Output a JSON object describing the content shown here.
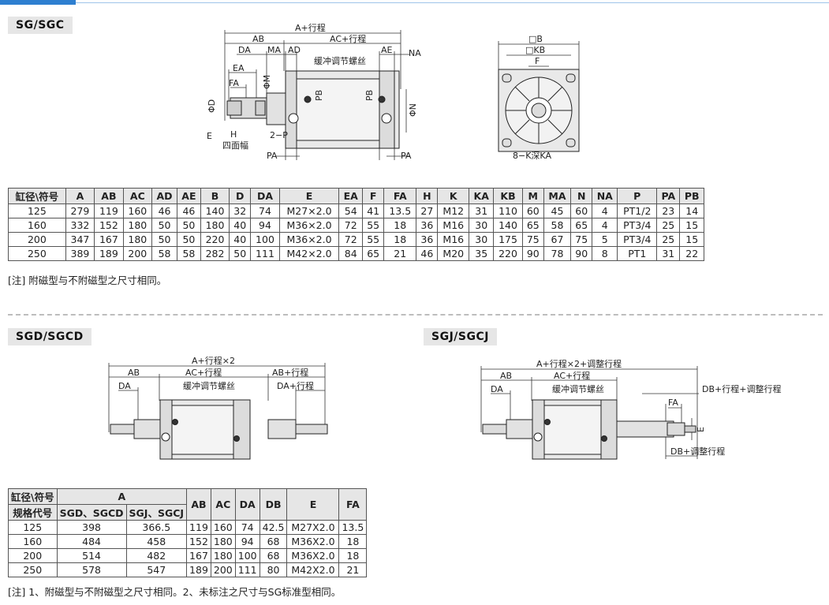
{
  "sections": {
    "sg": "SG/SGC",
    "sgd": "SGD/SGCD",
    "sgj": "SGJ/SGCJ"
  },
  "diagram1": {
    "a_stroke": "A+行程",
    "ab": "AB",
    "ac_stroke": "AC+行程",
    "da": "DA",
    "ma": "MA",
    "ad": "AD",
    "ae": "AE",
    "na": "NA",
    "ea": "EA",
    "fa": "FA",
    "phi_m": "ΦM",
    "phi_d": "ΦD",
    "phi_n": "ΦN",
    "pb": "PB",
    "cushion": "缓冲调节螺丝",
    "e": "E",
    "h": "H",
    "four_face": "四面幅",
    "two_p": "2−P",
    "pa": "PA",
    "sq_b": "□B",
    "sq_kb": "□KB",
    "f": "F",
    "k_ka": "8−K深KA"
  },
  "table1": {
    "headers": [
      "缸径\\符号",
      "A",
      "AB",
      "AC",
      "AD",
      "AE",
      "B",
      "D",
      "DA",
      "E",
      "EA",
      "F",
      "FA",
      "H",
      "K",
      "KA",
      "KB",
      "M",
      "MA",
      "N",
      "NA",
      "P",
      "PA",
      "PB"
    ],
    "rows": [
      [
        "125",
        "279",
        "119",
        "160",
        "46",
        "46",
        "140",
        "32",
        "74",
        "M27×2.0",
        "54",
        "41",
        "13.5",
        "27",
        "M12",
        "31",
        "110",
        "60",
        "45",
        "60",
        "4",
        "PT1/2",
        "23",
        "14"
      ],
      [
        "160",
        "332",
        "152",
        "180",
        "50",
        "50",
        "180",
        "40",
        "94",
        "M36×2.0",
        "72",
        "55",
        "18",
        "36",
        "M16",
        "30",
        "140",
        "65",
        "58",
        "65",
        "4",
        "PT3/4",
        "25",
        "15"
      ],
      [
        "200",
        "347",
        "167",
        "180",
        "50",
        "50",
        "220",
        "40",
        "100",
        "M36×2.0",
        "72",
        "55",
        "18",
        "36",
        "M16",
        "30",
        "175",
        "75",
        "67",
        "75",
        "5",
        "PT3/4",
        "25",
        "15"
      ],
      [
        "250",
        "389",
        "189",
        "200",
        "58",
        "58",
        "282",
        "50",
        "111",
        "M42×2.0",
        "84",
        "65",
        "21",
        "46",
        "M20",
        "35",
        "220",
        "90",
        "78",
        "90",
        "8",
        "PT1",
        "31",
        "22"
      ]
    ]
  },
  "note1": "[注] 附磁型与不附磁型之尺寸相同。",
  "diagram2": {
    "a_stroke2": "A+行程×2",
    "ab": "AB",
    "ac_stroke": "AC+行程",
    "ab_stroke": "AB+行程",
    "da": "DA",
    "da_stroke": "DA+行程",
    "cushion": "缓冲调节螺丝"
  },
  "diagram3": {
    "a_total": "A+行程×2+调整行程",
    "ab": "AB",
    "ac_stroke": "AC+行程",
    "da": "DA",
    "cushion": "缓冲调节螺丝",
    "db_total": "DB+行程+调整行程",
    "fa": "FA",
    "e": "E",
    "db_adj": "DB+调整行程"
  },
  "table2": {
    "h_bore": "缸径\\符号",
    "h_spec": "规格代号",
    "h_a": "A",
    "h_a1": "SGD、SGCD",
    "h_a2": "SGJ、SGCJ",
    "h_rest": [
      "AB",
      "AC",
      "DA",
      "DB",
      "E",
      "FA"
    ],
    "rows": [
      [
        "125",
        "398",
        "366.5",
        "119",
        "160",
        "74",
        "42.5",
        "M27X2.0",
        "13.5"
      ],
      [
        "160",
        "484",
        "458",
        "152",
        "180",
        "94",
        "68",
        "M36X2.0",
        "18"
      ],
      [
        "200",
        "514",
        "482",
        "167",
        "180",
        "100",
        "68",
        "M36X2.0",
        "18"
      ],
      [
        "250",
        "578",
        "547",
        "189",
        "200",
        "111",
        "80",
        "M42X2.0",
        "21"
      ]
    ]
  },
  "note2": "[注] 1、附磁型与不附磁型之尺寸相同。2、未标注之尺寸与SG标准型相同。",
  "colors": {
    "accent": "#2e7fd0",
    "header_bg": "#e6e6e6",
    "body_fill": "#e9e9e9"
  }
}
